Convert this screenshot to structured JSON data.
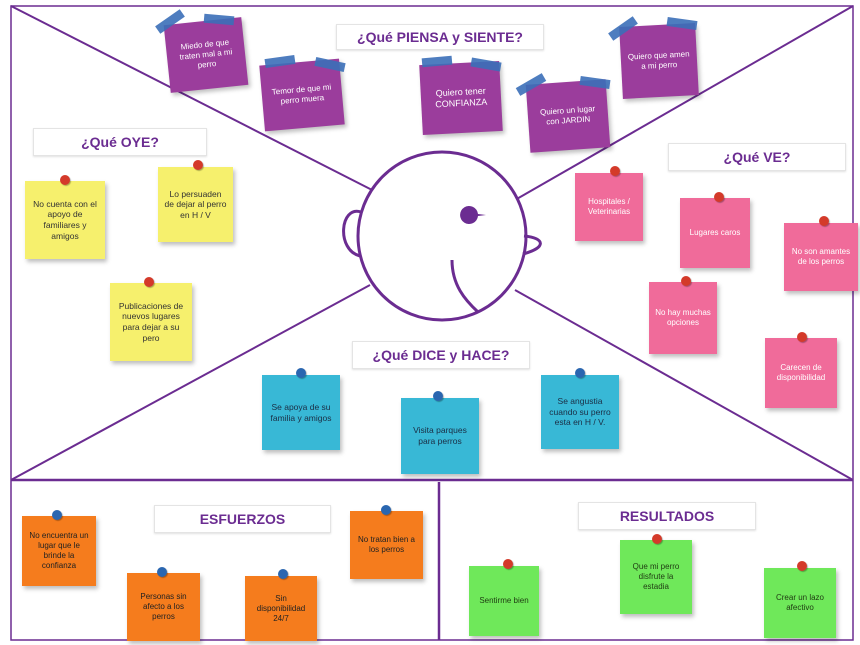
{
  "sections": {
    "piensa": "¿Qué PIENSA y SIENTE?",
    "oye": "¿Qué OYE?",
    "ve": "¿Qué VE?",
    "dice": "¿Qué DICE y HACE?",
    "esfuerzos": "ESFUERZOS",
    "resultados": "RESULTADOS"
  },
  "notes": {
    "piensa": [
      "Miedo de que traten mal a mi perro",
      "Temor de que mi perro muera",
      "Quiero tener CONFIANZA",
      "Quiero un lugar con JARDIN",
      "Quiero que amen a mi perro"
    ],
    "oye": [
      "No cuenta con el apoyo de familiares y amigos",
      "Lo persuaden de dejar al perro en H / V",
      "Publicaciones de nuevos lugares para dejar a su pero"
    ],
    "ve": [
      "Hospitales / Veterinarias",
      "Lugares caros",
      "No son amantes de los perros",
      "No hay muchas opciones",
      "Carecen de disponibilidad"
    ],
    "dice": [
      "Se apoya de su familia y amigos",
      "Visita parques para perros",
      "Se angustia cuando su perro esta en H / V."
    ],
    "esfuerzos": [
      "No encuentra un lugar que le brinde la confianza",
      "Personas sin afecto a los perros",
      "Sin disponibilidad 24/7",
      "No tratan bien a los perros"
    ],
    "resultados": [
      "Sentirme bien",
      "Que mi perro disfrute la estadia",
      "Crear un lazo afectivo"
    ]
  },
  "colors": {
    "line": "#6b2c91",
    "piensa_note": "#9b3d9c",
    "oye_note": "#f6f06d",
    "ve_note": "#f06b9a",
    "dice_note": "#38b8d6",
    "esfuerzos_note": "#f57c1d",
    "resultados_note": "#6fe85a"
  }
}
